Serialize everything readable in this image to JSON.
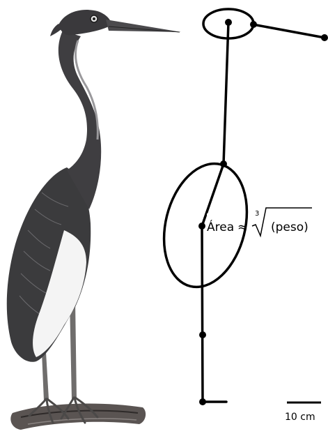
{
  "illustration": {
    "subject": "heron-illustration"
  },
  "formula": {
    "prefix": "Área",
    "relation": "≈",
    "root_index": "3",
    "radicand": "(peso)"
  },
  "scale_bar": {
    "label": "10 cm"
  },
  "colors": {
    "ink": "#000000",
    "feather_dark": "#3b3b3d",
    "feather_mid": "#6b6b6e",
    "belly": "#f2f2f2",
    "perch": "#4a4644"
  }
}
